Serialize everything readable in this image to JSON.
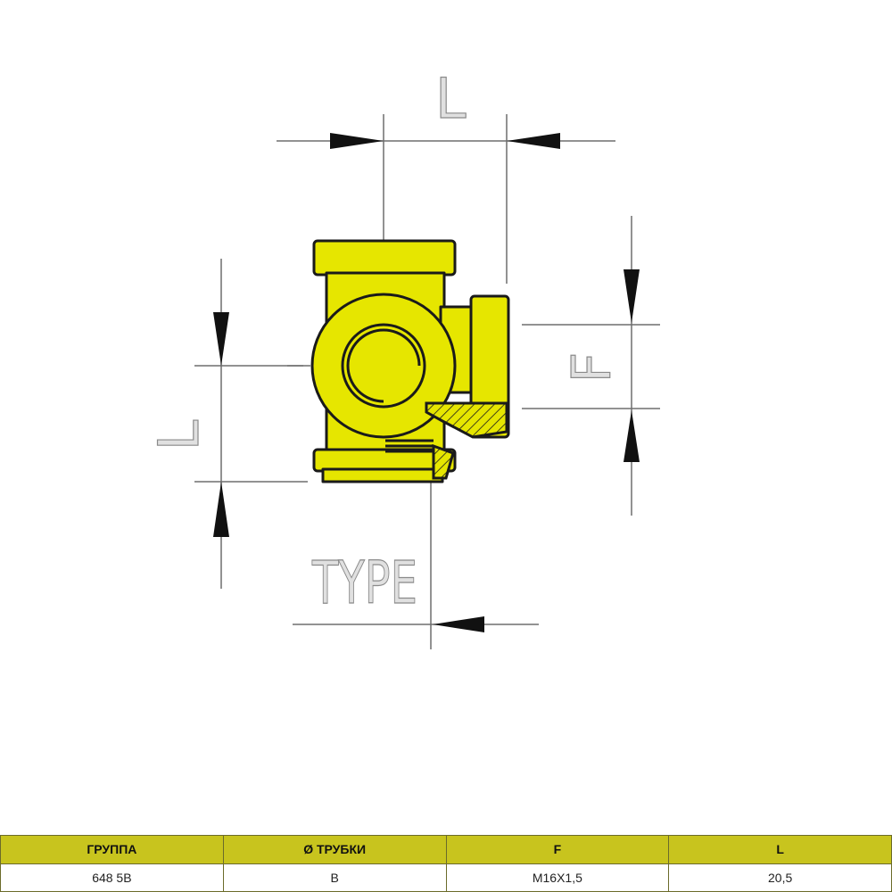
{
  "drawing": {
    "labels": {
      "top_dimension": "L",
      "left_dimension": "L",
      "right_dimension": "F",
      "type_label": "TYPE"
    },
    "colors": {
      "fill": "#e6e600",
      "stroke": "#1a1a1a",
      "dimension_line": "#6e6e6e"
    }
  },
  "table": {
    "headers": [
      "ГРУППА",
      "Ø ТРУБКИ",
      "F",
      "L"
    ],
    "rows": [
      [
        "648 5B",
        "B",
        "M16X1,5",
        "20,5"
      ]
    ],
    "colors": {
      "header_bg": "#c8c41e",
      "border": "#6b6b2a"
    }
  }
}
